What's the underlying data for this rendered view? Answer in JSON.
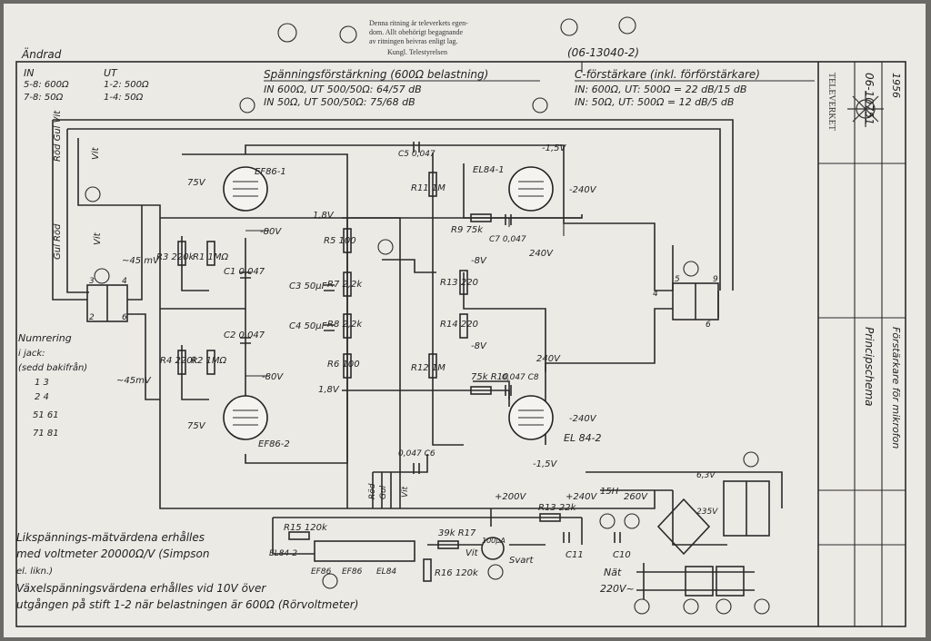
{
  "header": {
    "notice_lines": [
      "Denna ritning är televerkets egen-",
      "dom. Allt obehörigt begagnande",
      "av ritningen beivras enligt lag.",
      "Kungl. Telestyrelsen"
    ],
    "drawing_number": "(06-13040-2)",
    "revision_note": "Ändrad"
  },
  "impedance": {
    "in_label": "IN",
    "in_rows": [
      "5-8: 600Ω",
      "7-8: 50Ω"
    ],
    "ut_label": "UT",
    "ut_rows": [
      "1-2: 500Ω",
      "1-4: 50Ω"
    ]
  },
  "gain": {
    "voltage_title": "Spänningsförstärkning (600Ω belastning)",
    "voltage_rows": [
      "IN 600Ω, UT 500/50Ω: 64/57 dB",
      "IN 50Ω, UT 500/50Ω: 75/68 dB"
    ],
    "c_title": "C-förstärkare (inkl. förförstärkare)",
    "c_rows": [
      "IN: 600Ω, UT: 500Ω = 22 dB/15 dB",
      "IN: 50Ω, UT: 500Ω = 12 dB/5 dB"
    ]
  },
  "labels": {
    "ef86_1": "EF86-1",
    "ef86_2": "EF86-2",
    "el84_1": "EL84-1",
    "el84_2": "EL 84-2",
    "v75_top": "75V",
    "v75_bottom": "75V",
    "v80_top": "-80V",
    "v80_bottom": "-80V",
    "v18_top": "1,8V",
    "v18_bottom": "1,8V",
    "v15_top": "-1,5V",
    "v15_bottom": "-1,5V",
    "v240_g2_top": "-240V",
    "v240_a_top": "240V",
    "v240_a_bottom": "240V",
    "v240_g2_bottom": "-240V",
    "v8_top": "-8V",
    "v8_bottom": "-8V",
    "r3": "R3 220k",
    "r1": "R1 1MΩ",
    "r4": "R4 220k",
    "r2": "R2 1MΩ",
    "c1": "C1 0,047",
    "c2": "C2 0,047",
    "r5": "R5 100",
    "r7": "R7 2,2k",
    "r8": "R8 2,2k",
    "r6": "R6 100",
    "c3": "C3 50µF",
    "c4": "C4 50µF",
    "c5": "C5 0,047",
    "c6": "0,047 C6",
    "r11": "R11 1M",
    "r12": "R12 1M",
    "r13": "R13 220",
    "r14": "R14 220",
    "r9": "R9 75k",
    "c7": "C7 0,047",
    "r10": "75k R10",
    "c8": "0,047 C8",
    "mv45_top": "~45 mV",
    "mv45_bottom": "~45mV",
    "v200": "+200V",
    "r13_supply": "R13 22k",
    "v240_supply": "+240V",
    "choke": "15H",
    "v260": "260V",
    "c11": "C11",
    "c10": "C10",
    "v63": "6,3V",
    "v235": "235V",
    "r17": "39k R17",
    "r16": "R16 120k",
    "r15": "R15 120k",
    "socket_el84": "EL84-2",
    "socket_ef86_1": "EF86",
    "socket_ef86_2": "EF86",
    "socket_el84_1": "EL84",
    "meter": "100µA",
    "svart": "Svart",
    "vit": "Vit",
    "mains": "Nät",
    "mains_voltage": "220V~",
    "wire_top": "Röd Gul Vit",
    "wire_bottom": "Gul Röd",
    "wire_vit_top": "Vit",
    "wire_vit_bottom": "Vit",
    "wire_rod": "Röd",
    "wire_gul": "Gul",
    "wire_vit_mid": "Vit"
  },
  "pins": {
    "in_3": "3",
    "in_2": "2",
    "in_4": "4",
    "in_6": "6",
    "out_5": "5",
    "out_9": "9",
    "out_4": "4",
    "out_6": "6"
  },
  "numbering": {
    "title": "Numrering",
    "lines": [
      "i jack:",
      "(sedd bakifrån)",
      "1   3",
      "2   4",
      "51  61",
      "71  81"
    ]
  },
  "notes": [
    "Likspännings-mätvärdena erhålles",
    "med voltmeter 20000Ω/V (Simpson",
    "el. likn.)",
    "Växelspänningsvärdena erhålles vid 10V över",
    "utgången på stift 1-2 när belastningen är 600Ω (Rörvoltmeter)"
  ],
  "title_block": {
    "org": "TELEVERKET",
    "drawing_ref": "06-10751",
    "date": "1956",
    "drawing_type": "Principschema",
    "description": "Förstärkare för mikrofon"
  }
}
